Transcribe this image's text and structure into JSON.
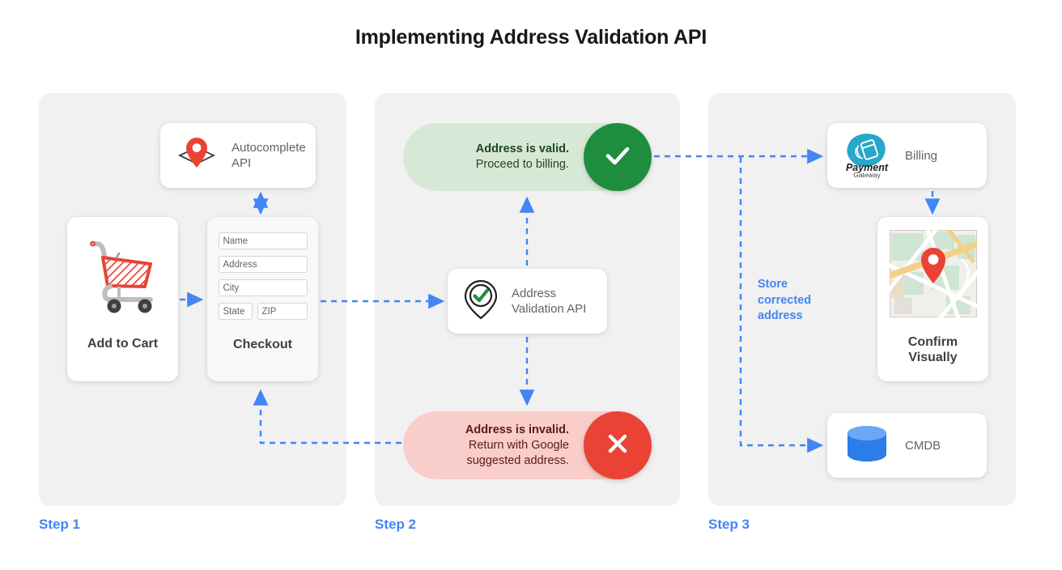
{
  "title": "Implementing Address Validation API",
  "colors": {
    "accent_blue": "#4285f4",
    "valid_green": "#1e8e3e",
    "invalid_red": "#ea4335",
    "pill_green_bg": "#d7e9d6",
    "pill_red_bg": "#f8cdca",
    "panel_bg": "#f1f1f1",
    "page_bg": "#ffffff",
    "label_gray": "#5f6368"
  },
  "steps": [
    {
      "label": "Step 1"
    },
    {
      "label": "Step 2"
    },
    {
      "label": "Step 3"
    }
  ],
  "step1": {
    "autocomplete": {
      "label_line1": "Autocomplete",
      "label_line2": "API",
      "icon": "map-pin-diamond-icon"
    },
    "cart": {
      "label": "Add to Cart",
      "icon": "shopping-cart-icon"
    },
    "checkout": {
      "label": "Checkout",
      "fields": [
        {
          "name": "name-field",
          "placeholder": "Name"
        },
        {
          "name": "address-field",
          "placeholder": "Address"
        },
        {
          "name": "city-field",
          "placeholder": "City"
        },
        {
          "name": "state-field",
          "placeholder": "State"
        },
        {
          "name": "zip-field",
          "placeholder": "ZIP"
        }
      ]
    }
  },
  "step2": {
    "valid_pill": {
      "line1": "Address is valid.",
      "line2": "Proceed to billing.",
      "badge_icon": "check-icon"
    },
    "invalid_pill": {
      "line1": "Address is invalid.",
      "line2": "Return with Google",
      "line3": "suggested address.",
      "badge_icon": "close-icon"
    },
    "validation_api": {
      "label_line1": "Address",
      "label_line2": "Validation API",
      "icon": "map-pin-check-icon"
    }
  },
  "step3": {
    "billing": {
      "label": "Billing",
      "logo_line1": "Payment",
      "logo_line2": "Gateway",
      "icon": "payment-gateway-logo"
    },
    "map": {
      "label_line1": "Confirm",
      "label_line2": "Visually",
      "icon": "map-thumbnail-icon"
    },
    "cmdb": {
      "label": "CMDB",
      "icon": "database-cylinder-icon"
    },
    "store_note": {
      "line1": "Store",
      "line2": "corrected",
      "line3": "address"
    }
  }
}
